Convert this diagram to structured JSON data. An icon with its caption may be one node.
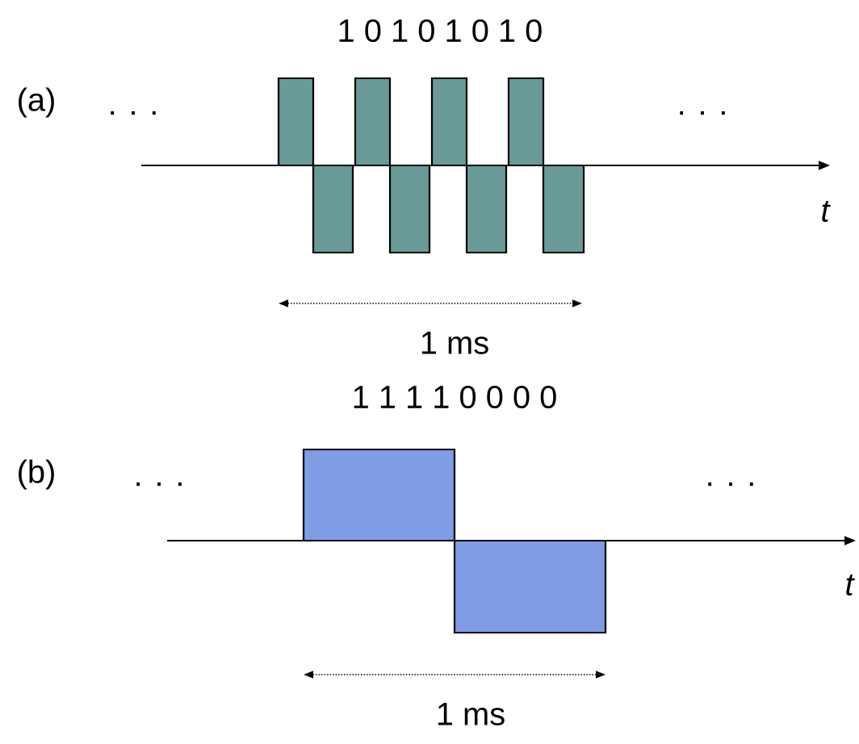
{
  "diagram": {
    "labels": [
      "1 0 1 0 1 0 1 0",
      "(a)",
      ". . .",
      ". . .",
      "t",
      "1 ms",
      "1 1 1 1 0 0 0 0",
      "(b)",
      ". . .",
      ". . .",
      "t",
      "1 ms"
    ]
  }
}
